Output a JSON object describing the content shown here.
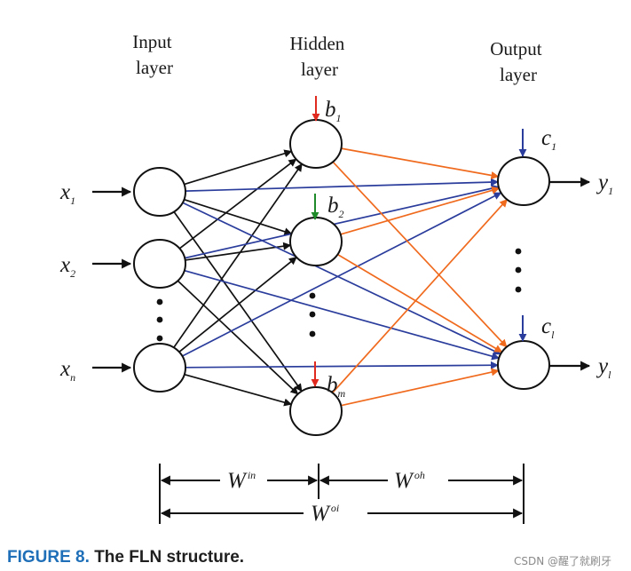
{
  "layers": {
    "input": [
      "Input",
      "layer"
    ],
    "hidden": [
      "Hidden",
      "layer"
    ],
    "output": [
      "Output",
      "layer"
    ]
  },
  "inputs": [
    {
      "base": "x",
      "sub": "1"
    },
    {
      "base": "x",
      "sub": "2"
    },
    {
      "base": "x",
      "sub": "n"
    }
  ],
  "biases": [
    {
      "base": "b",
      "sub": "1"
    },
    {
      "base": "b",
      "sub": "2"
    },
    {
      "base": "b",
      "sub": "m"
    }
  ],
  "output_biases": [
    {
      "base": "c",
      "sub": "1"
    },
    {
      "base": "c",
      "sub": "l"
    }
  ],
  "outputs": [
    {
      "base": "y",
      "sub": "1"
    },
    {
      "base": "y",
      "sub": "l"
    }
  ],
  "weights": {
    "in": {
      "base": "W",
      "sup": "in"
    },
    "oh": {
      "base": "W",
      "sup": "oh"
    },
    "oi": {
      "base": "W",
      "sup": "oi"
    }
  },
  "caption": {
    "figure": "FIGURE 8.",
    "title": "The FLN structure."
  },
  "watermark": "CSDN @醒了就刷牙",
  "colors": {
    "black": "#111111",
    "blue": "#2b3d9c",
    "orange": "#f06a1e",
    "red": "#e02a1f",
    "green": "#1f8a2a",
    "caption_blue": "#1e6fb8"
  }
}
